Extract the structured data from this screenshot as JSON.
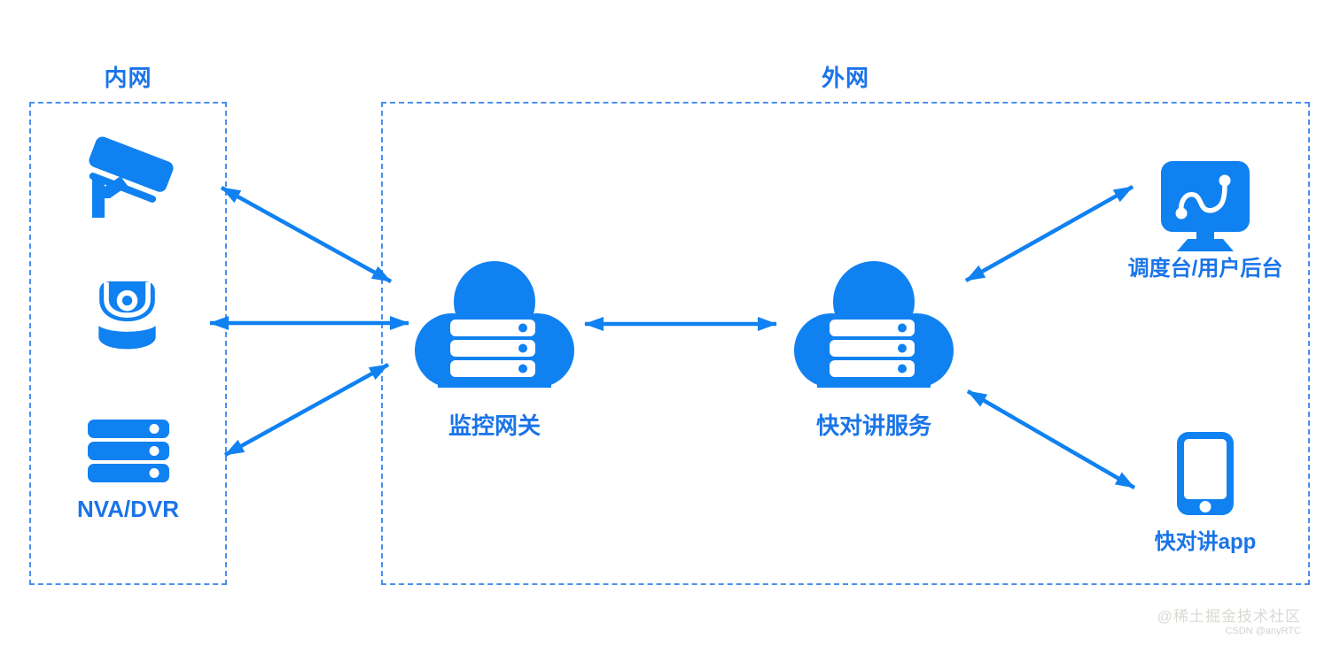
{
  "colors": {
    "accent": "#1081F1",
    "label_blue": "#1A74E8",
    "dashed_border_blue": "#4A90EE",
    "watermark_gray": "#D9D9D4"
  },
  "zones": {
    "intranet": {
      "title": "内网"
    },
    "extranet": {
      "title": "外网"
    }
  },
  "nodes": {
    "cctv": {
      "icon": "cctv-camera-icon"
    },
    "ptz": {
      "icon": "ptz-camera-icon"
    },
    "nvr": {
      "icon": "server-stack-icon",
      "label": "NVA/DVR"
    },
    "gateway": {
      "icon": "cloud-server-icon",
      "label": "监控网关"
    },
    "service": {
      "icon": "cloud-server-icon",
      "label": "快对讲服务"
    },
    "console": {
      "icon": "dispatch-monitor-icon",
      "label": "调度台/用户后台"
    },
    "app": {
      "icon": "smartphone-icon",
      "label": "快对讲app"
    }
  },
  "connections": [
    {
      "from": "cctv",
      "to": "gateway",
      "bidirectional": true
    },
    {
      "from": "ptz",
      "to": "gateway",
      "bidirectional": true
    },
    {
      "from": "nvr",
      "to": "gateway",
      "bidirectional": true
    },
    {
      "from": "gateway",
      "to": "service",
      "bidirectional": true
    },
    {
      "from": "service",
      "to": "console",
      "bidirectional": true
    },
    {
      "from": "service",
      "to": "app",
      "bidirectional": true
    }
  ],
  "watermark": {
    "line1": "@稀土掘金技术社区",
    "line2": "CSDN @anyRTC"
  }
}
